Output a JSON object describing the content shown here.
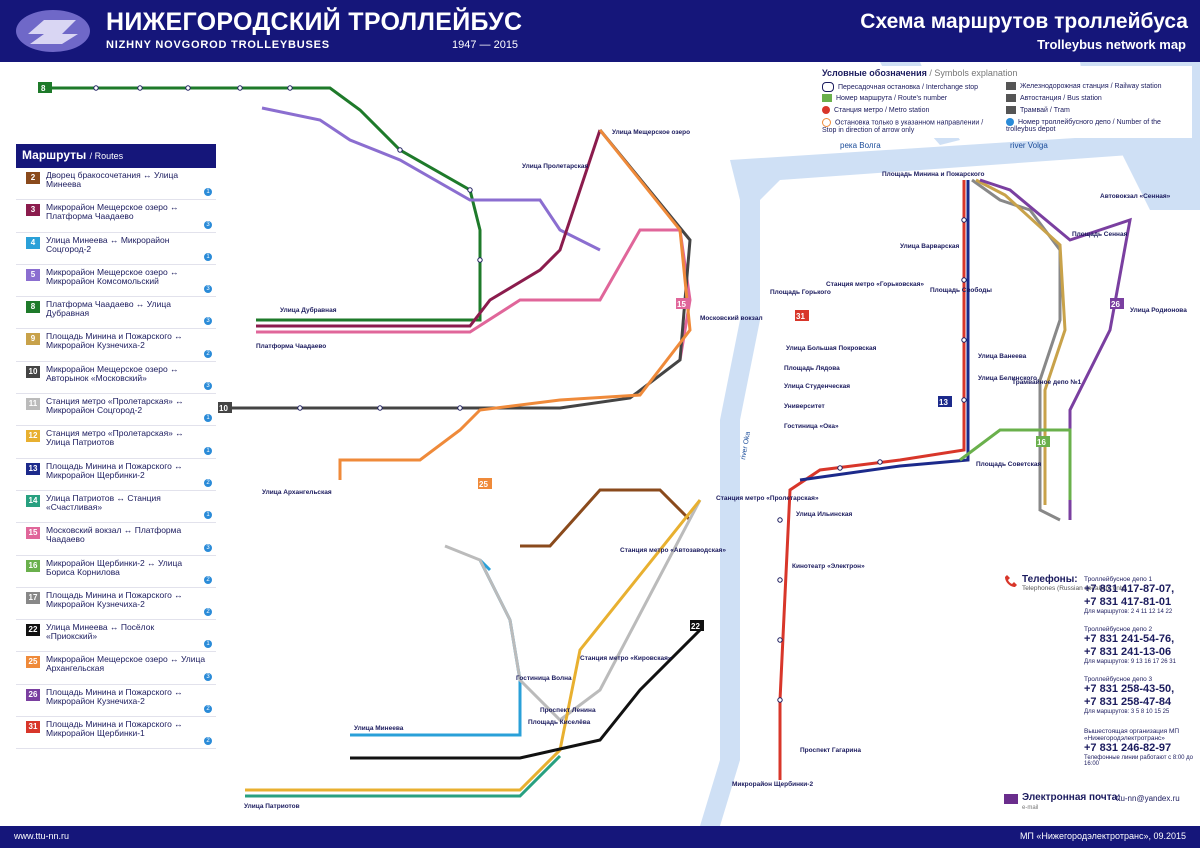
{
  "header": {
    "title_ru": "НИЖЕГОРОДСКИЙ ТРОЛЛЕЙБУС",
    "title_en": "NIZHNY NOVGOROD TROLLEYBUSES",
    "years": "1947 — 2015",
    "scheme_ru": "Схема маршрутов троллейбуса",
    "scheme_en": "Trolleybus network map"
  },
  "routes_panel": {
    "title": "Маршруты",
    "title_en": "/ Routes",
    "items": [
      {
        "num": "2",
        "color": "#8a4a1c",
        "text": "Дворец бракосочетания ↔ Улица Минеева",
        "depot": "1"
      },
      {
        "num": "3",
        "color": "#8b1c4d",
        "text": "Микрорайон Мещерское озеро ↔ Платформа Чаадаево",
        "depot": "3"
      },
      {
        "num": "4",
        "color": "#2aa0d8",
        "text": "Улица Минеева ↔ Микрорайон Соцгород-2",
        "depot": "1"
      },
      {
        "num": "5",
        "color": "#8b6ed0",
        "text": "Микрорайон Мещерское озеро ↔ Микрорайон Комсомольский",
        "depot": "3"
      },
      {
        "num": "8",
        "color": "#1e7a2a",
        "text": "Платформа Чаадаево ↔ Улица Дубравная",
        "depot": "3"
      },
      {
        "num": "9",
        "color": "#c8a24a",
        "text": "Площадь Минина и Пожарского ↔ Микрорайон Кузнечиха-2",
        "depot": "2"
      },
      {
        "num": "10",
        "color": "#444444",
        "text": "Микрорайон Мещерское озеро ↔ Авторынок «Московский»",
        "depot": "3"
      },
      {
        "num": "11",
        "color": "#bbbbbb",
        "text": "Станция метро «Пролетарская» ↔ Микрорайон Соцгород-2",
        "depot": "1"
      },
      {
        "num": "12",
        "color": "#e8b030",
        "text": "Станция метро «Пролетарская» ↔ Улица Патриотов",
        "depot": "1"
      },
      {
        "num": "13",
        "color": "#1c2a8b",
        "text": "Площадь Минина и Пожарского ↔ Микрорайон Щербинки-2",
        "depot": "2"
      },
      {
        "num": "14",
        "color": "#28a080",
        "text": "Улица Патриотов ↔ Станция «Счастливая»",
        "depot": "1"
      },
      {
        "num": "15",
        "color": "#e0669a",
        "text": "Московский вокзал ↔ Платформа Чаадаево",
        "depot": "3"
      },
      {
        "num": "16",
        "color": "#6ab04c",
        "text": "Микрорайон Щербинки-2 ↔ Улица Бориса Корнилова",
        "depot": "2"
      },
      {
        "num": "17",
        "color": "#888888",
        "text": "Площадь Минина и Пожарского ↔ Микрорайон Кузнечиха-2",
        "depot": "2"
      },
      {
        "num": "22",
        "color": "#111111",
        "text": "Улица Минеева ↔ Посёлок «Приокский»",
        "depot": "1"
      },
      {
        "num": "25",
        "color": "#ef8a3a",
        "text": "Микрорайон Мещерское озеро ↔ Улица Архангельская",
        "depot": "3"
      },
      {
        "num": "26",
        "color": "#7a3fa0",
        "text": "Площадь Минина и Пожарского ↔ Микрорайон Кузнечиха-2",
        "depot": "2"
      },
      {
        "num": "31",
        "color": "#d8362a",
        "text": "Площадь Минина и Пожарского ↔ Микрорайон Щербинки-1",
        "depot": "2"
      }
    ]
  },
  "legend": {
    "title": "Условные обозначения",
    "title_en": "/ Symbols explanation",
    "items": [
      "Пересадочная остановка / Interchange stop",
      "Номер маршрута / Route's number",
      "Станция метро / Metro station",
      "Остановка только в указанном направлении / Stop in direction of arrow only",
      "Железнодорожная станция / Railway station",
      "Автостанция / Bus station",
      "Трамвай / Tram",
      "Номер троллейбусного депо / Number of the trolleybus depot"
    ]
  },
  "rivers": {
    "volga": "река Волга",
    "volga_en": "river Volga",
    "oka": "river Oka"
  },
  "map_labels": [
    "Улица Мещерское озеро",
    "Улица Пролетарская",
    "Московский вокзал",
    "Площадь Минина и Пожарского",
    "Улица Варварская",
    "Площадь Свободы",
    "Улица Белинского",
    "Кинотеатр «Электрон»",
    "Улица Ванеева",
    "Станция метро «Горьковская»",
    "Площадь Горького",
    "Улица Большая Покровская",
    "Площадь Лядова",
    "Улица Студенческая",
    "Университет",
    "Гостиница «Ока»",
    "Автовокзал «Сенная»",
    "Площадь Сенная",
    "Улица Родионова",
    "Трамвайное депо №1",
    "Микрорайон Щербинки-2",
    "Станция метро «Пролетарская»",
    "Станция метро «Автозаводская»",
    "Станция метро «Кировская»",
    "Проспект Ленина",
    "Гостиница Волна",
    "Площадь Киселёва",
    "Улица Минеева",
    "Улица Дубравная",
    "Платформа Чаадаево",
    "Улица Архангельская",
    "Проспект Гагарина",
    "Улица Патриотов",
    "Улица Ильинская",
    "Площадь Советская"
  ],
  "contacts": {
    "phones_title": "Телефоны:",
    "phones_sub": "Telephones (Russian speakers only)",
    "depots": [
      {
        "label": "Троллейбусное депо 1",
        "phones": [
          "+7 831 417-87-07,",
          "+7 831 417-81-01"
        ],
        "for": "Для маршрутов: 2 4 11 12 14 22"
      },
      {
        "label": "Троллейбусное депо 2",
        "phones": [
          "+7 831 241-54-76,",
          "+7 831 241-13-06"
        ],
        "for": "Для маршрутов: 9 13 16 17 26 31"
      },
      {
        "label": "Троллейбусное депо 3",
        "phones": [
          "+7 831 258-43-50,",
          "+7 831 258-47-84"
        ],
        "for": "Для маршрутов: 3 5 8 10 15 25"
      },
      {
        "label": "Вышестоящая организация МП «Нижегородэлектротранс»",
        "phones": [
          "+7 831 246-82-97"
        ],
        "for": "Телефонные линии работают с 8:00 до 16:00"
      }
    ],
    "email_label": "Электронная почта:",
    "email_sub": "e-mail",
    "email": "ttu-nn@yandex.ru"
  },
  "footer": {
    "url": "www.ttu-nn.ru",
    "copyright": "МП «Нижегородэлектротранс», 09.2015"
  }
}
